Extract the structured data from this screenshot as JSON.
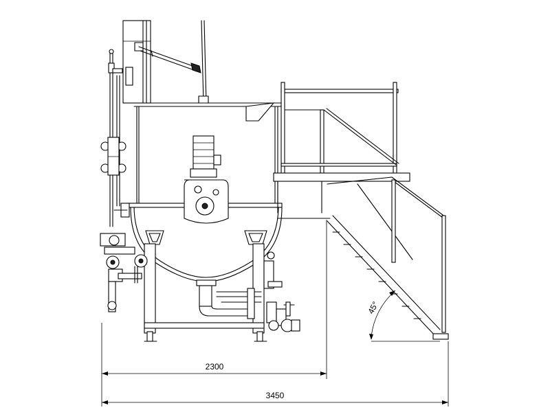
{
  "dimensions": {
    "inner_width": "2300",
    "overall_width": "3450",
    "stair_angle": "45°"
  }
}
